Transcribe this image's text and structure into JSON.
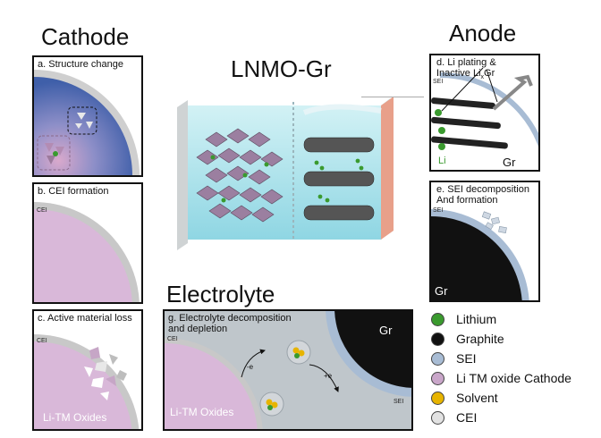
{
  "headings": {
    "cathode": "Cathode",
    "anode": "Anode",
    "cell": "LNMO-Gr",
    "electrolyte": "Electrolyte"
  },
  "panels": {
    "a": {
      "label": "a. Structure change"
    },
    "b": {
      "label": "b. CEI formation",
      "tag": "CEI"
    },
    "c": {
      "label": "c. Active material loss",
      "tag": "CEI",
      "material": "Li-TM Oxides"
    },
    "d": {
      "label_line1": "d. Li plating &",
      "label_line2": "Inactive Li",
      "label_sub": "x",
      "label_end": "Gr",
      "tag": "SEI",
      "li_label": "Li",
      "gr_label": "Gr"
    },
    "e": {
      "label_line1": "e. SEI decomposition",
      "label_line2": "And formation",
      "tag": "SEI",
      "gr_label": "Gr"
    },
    "g": {
      "label_line1": "g. Electrolyte decomposition",
      "label_line2": "and depletion",
      "cei_tag": "CEI",
      "sei_tag": "SEI",
      "material": "Li-TM Oxides",
      "gr_label": "Gr",
      "arrow_left": "-e",
      "arrow_right": "+e"
    }
  },
  "legend": [
    {
      "label": "Lithium",
      "color": "#3a9a2e"
    },
    {
      "label": "Graphite",
      "color": "#111111"
    },
    {
      "label": "SEI",
      "color": "#a8bcd4"
    },
    {
      "label": "Li TM oxide Cathode",
      "color": "#c9a6c9"
    },
    {
      "label": "Solvent",
      "color": "#e7b400"
    },
    {
      "label": "CEI",
      "color": "#e2e2e2"
    }
  ]
}
